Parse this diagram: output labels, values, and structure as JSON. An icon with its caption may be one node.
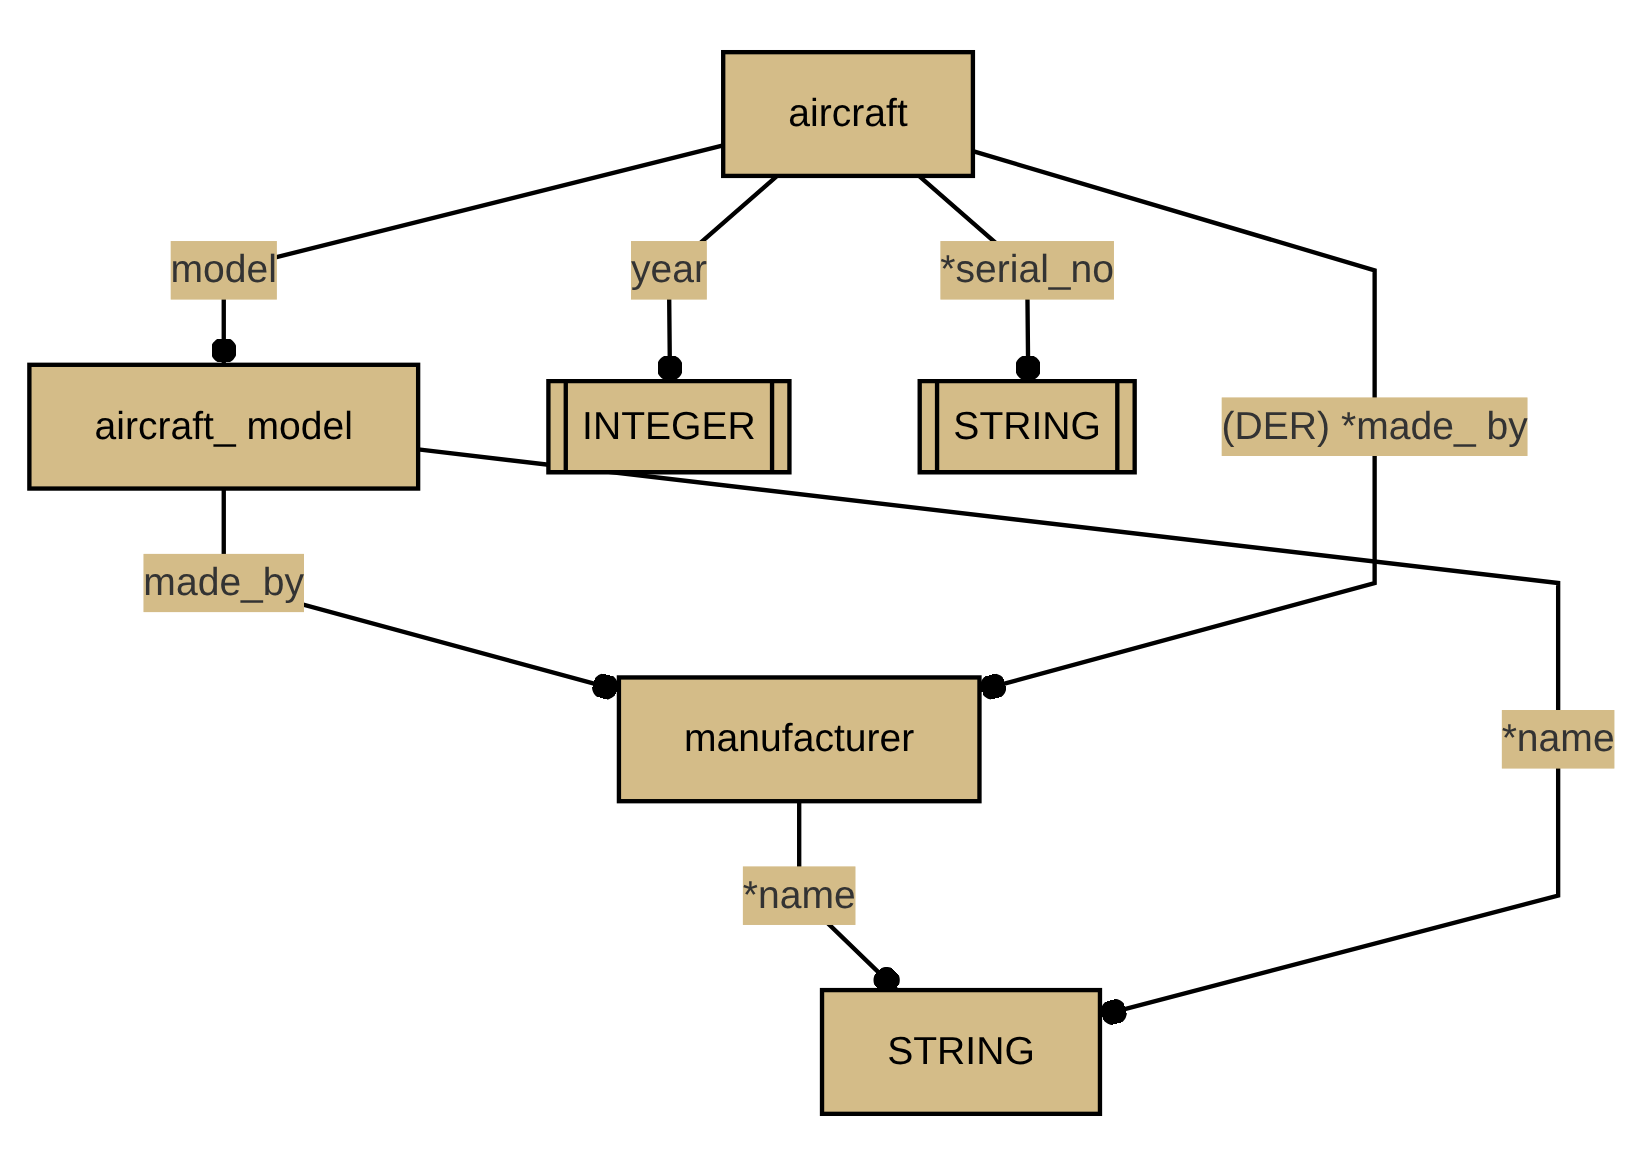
{
  "diagram": {
    "nodes": [
      {
        "text": [
          "STRING"
        ]
      },
      {
        "text": [
          "manufacturer"
        ]
      },
      {
        "text": [
          "aircraft_ model"
        ]
      },
      {
        "text": [
          "aircraft"
        ]
      },
      {
        "text": [
          "INTEGER"
        ]
      },
      {
        "text": [
          "STRING"
        ]
      }
    ],
    "edges": [
      {
        "from": 1,
        "to": 0,
        "arrow": "other",
        "label": "*name"
      },
      {
        "from": 2,
        "to": 0,
        "arrow": "other",
        "label": "*name"
      },
      {
        "from": 2,
        "to": 1,
        "arrow": "other",
        "label": "made_by"
      },
      {
        "from": 3,
        "to": 1,
        "arrow": "other",
        "label": "(DER) *made_ by"
      },
      {
        "from": 3,
        "to": 2,
        "arrow": "other",
        "label": "model"
      },
      {
        "from": 3,
        "to": 4,
        "arrow": "other",
        "label": "year"
      },
      {
        "from": 3,
        "to": 5,
        "arrow": "other",
        "label": "*serial_no"
      }
    ]
  }
}
